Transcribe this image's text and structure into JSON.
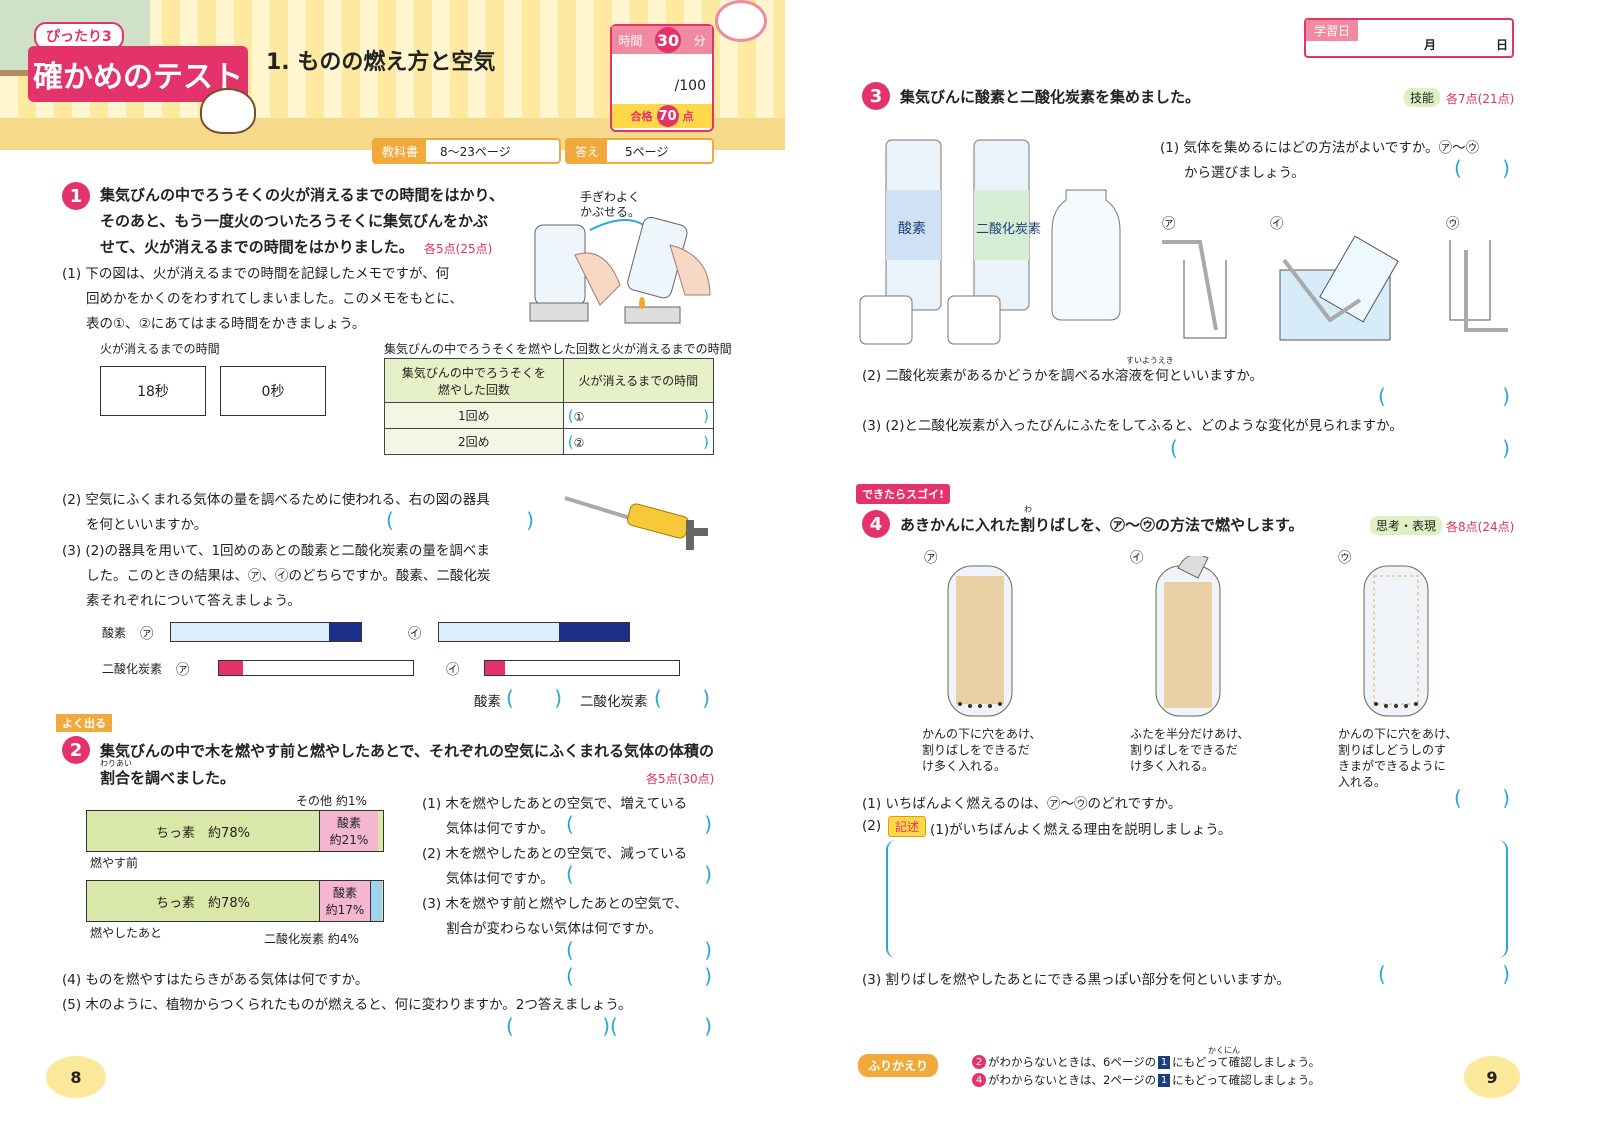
{
  "header": {
    "badge": "ぴったり3",
    "series_title": "確かめのテスト",
    "lesson_title": "1. ものの燃え方と空気",
    "time_label": "時間",
    "time_value": "30",
    "time_unit": "分",
    "score_total": "/100",
    "pass_label": "合格",
    "pass_value": "70",
    "pass_unit": "点",
    "textbook_label": "教科書",
    "textbook_pages": "8〜23ページ",
    "answer_label": "答え",
    "answer_pages": "5ページ",
    "study_date_label": "学習日",
    "month_label": "月",
    "day_label": "日"
  },
  "q1": {
    "num": "1",
    "text_l1": "集気びんの中でろうそくの火が消えるまでの時間をはかり、",
    "text_l2": "そのあと、もう一度火のついたろうそくに集気びんをかぶ",
    "text_l3": "せて、火が消えるまでの時間をはかりました。",
    "points": "各5点(25点)",
    "caption": "手ぎわよく",
    "caption2": "かぶせる。",
    "p1_l1": "(1) 下の図は、火が消えるまでの時間を記録したメモですが、何",
    "p1_l2": "回めかをかくのをわすれてしまいました。このメモをもとに、",
    "p1_l3": "表の①、②にあてはまる時間をかきましょう。",
    "memo_title": "火が消えるまでの時間",
    "memo_a": "18秒",
    "memo_b": "0秒",
    "table_title": "集気びんの中でろうそくを燃やした回数と火が消えるまでの時間",
    "th1a": "集気びんの中でろうそくを",
    "th1b": "燃やした回数",
    "th2": "火が消えるまでの時間",
    "r1": "1回め",
    "r1v": "①",
    "r2": "2回め",
    "r2v": "②",
    "p2_l1": "(2) 空気にふくまれる気体の量を調べるために使われる、右の図の器具",
    "p2_l2": "を何といいますか。",
    "p3_l1": "(3) (2)の器具を用いて、1回めのあとの酸素と二酸化炭素の量を調べま",
    "p3_l2": "した。このときの結果は、㋐、㋑のどちらですか。酸素、二酸化炭",
    "p3_l3": "素それぞれについて答えましょう。",
    "oxy": "酸素",
    "co2": "二酸化炭素",
    "a": "㋐",
    "i": "㋑",
    "ans_oxy": "酸素",
    "ans_co2": "二酸化炭素"
  },
  "q2": {
    "badge": "よく出る",
    "num": "2",
    "text_l1": "集気びんの中で木を燃やす前と燃やしたあとで、それぞれの空気にふくまれる気体の体積の",
    "text_l2": "割合を調べました。",
    "ruby": "わりあい",
    "points": "各5点(30点)",
    "other": "その他 約1%",
    "n2_before": "ちっ素　約78%",
    "o2_before_a": "酸素",
    "o2_before_b": "約21%",
    "label_before": "燃やす前",
    "n2_after": "ちっ素　約78%",
    "o2_after_a": "酸素",
    "o2_after_b": "約17%",
    "label_after": "燃やしたあと",
    "co2_after": "二酸化炭素 約4%",
    "p1_l1": "(1) 木を燃やしたあとの空気で、増えている",
    "p1_l2": "気体は何ですか。",
    "p2_l1": "(2) 木を燃やしたあとの空気で、減っている",
    "p2_l2": "気体は何ですか。",
    "p3_l1": "(3) 木を燃やす前と燃やしたあとの空気で、",
    "p3_l2": "割合が変わらない気体は何ですか。",
    "p4": "(4) ものを燃やすはたらきがある気体は何ですか。",
    "p5": "(5) 木のように、植物からつくられたものが燃えると、何に変わりますか。2つ答えましょう。"
  },
  "q3": {
    "num": "3",
    "text": "集気びんに酸素と二酸化炭素を集めました。",
    "skill": "技能",
    "points": "各7点(21点)",
    "can1": "酸素",
    "can2": "二酸化炭素",
    "p1_l1": "(1) 気体を集めるにはどの方法がよいですか。㋐〜㋒",
    "p1_l2": "から選びましょう。",
    "a": "㋐",
    "i": "㋑",
    "u": "㋒",
    "p2": "(2) 二酸化炭素があるかどうかを調べる水溶液を何といいますか。",
    "ruby": "すいようえき",
    "p3": "(3) (2)と二酸化炭素が入ったびんにふたをしてふると、どのような変化が見られますか。"
  },
  "q4": {
    "badge": "できたらスゴイ!",
    "num": "4",
    "text": "あきかんに入れた割りばしを、㋐〜㋒の方法で燃やします。",
    "ruby": "わ",
    "skill": "思考・表現",
    "points": "各8点(24点)",
    "a": "㋐",
    "i": "㋑",
    "u": "㋒",
    "cap_a_l1": "かんの下に穴をあけ、",
    "cap_a_l2": "割りばしをできるだ",
    "cap_a_l3": "け多く入れる。",
    "cap_i_l1": "ふたを半分だけあけ、",
    "cap_i_l2": "割りばしをできるだ",
    "cap_i_l3": "け多く入れる。",
    "cap_u_l1": "かんの下に穴をあけ、",
    "cap_u_l2": "割りばしどうしのす",
    "cap_u_l3": "きまができるように",
    "cap_u_l4": "入れる。",
    "p1": "(1) いちばんよく燃えるのは、㋐〜㋒のどれですか。",
    "p2_tag": "記述",
    "p2": "(1)がいちばんよく燃える理由を説明しましょう。",
    "p2_num": "(2)",
    "p3": "(3) 割りばしを燃やしたあとにできる黒っぽい部分を何といいますか。"
  },
  "footer": {
    "page_left": "8",
    "page_right": "9",
    "review_label": "ふりかえり",
    "rev1": "がわからないときは、6ページの",
    "rev1b": "にもどって確認しましょう。",
    "rev1_n": "2",
    "rev1_box": "1",
    "rev2": "がわからないときは、2ページの",
    "rev2b": "にもどって確認しましょう。",
    "rev2_n": "4",
    "rev2_box": "1",
    "ruby": "かくにん"
  },
  "paren_l": "(",
  "paren_r": ")"
}
